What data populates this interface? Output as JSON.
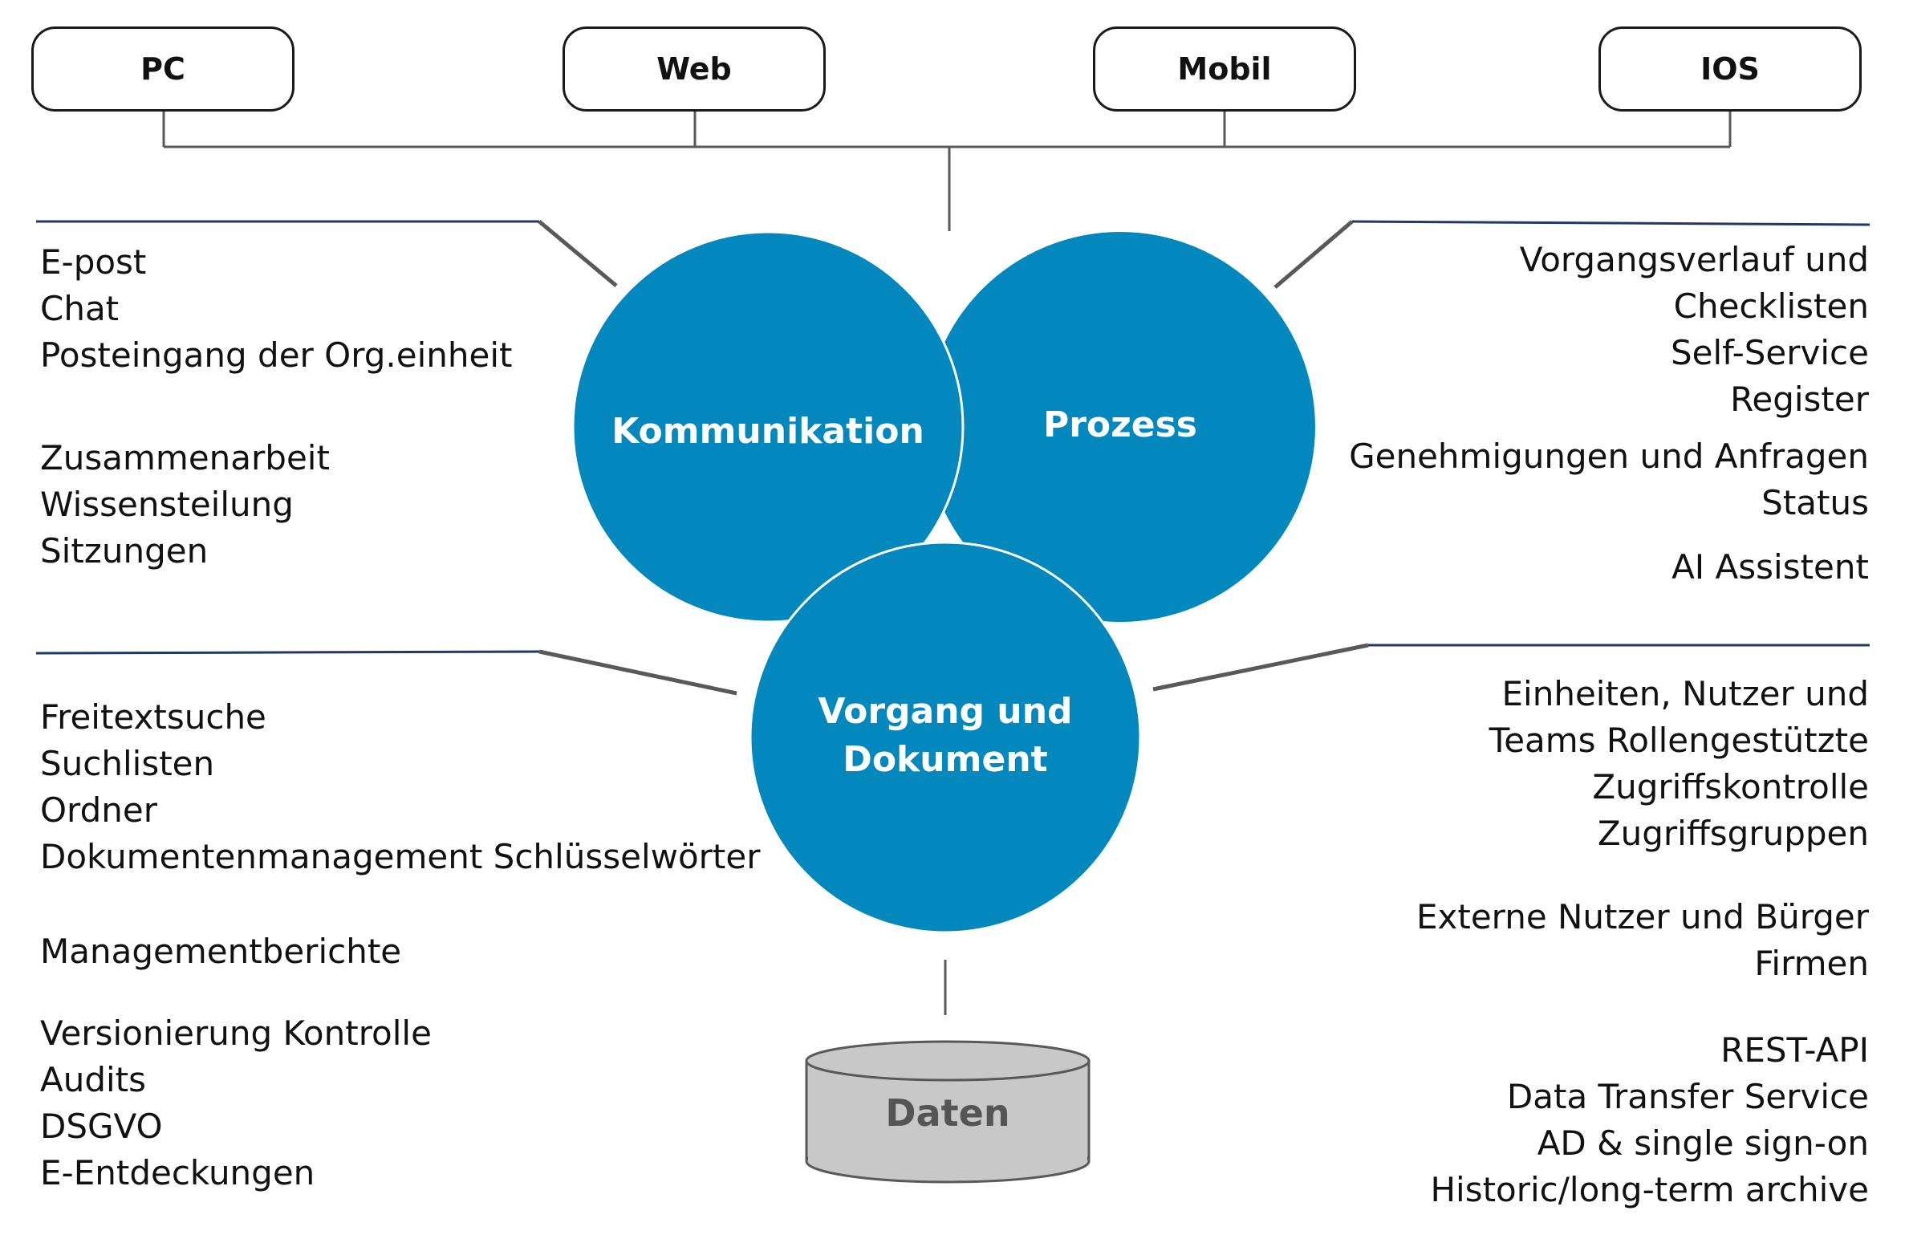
{
  "platforms": [
    "PC",
    "Web",
    "Mobil",
    "IOS"
  ],
  "circles": {
    "kommunikation": "Kommunikation",
    "prozess": "Prozess",
    "vorgang_line1": "Vorgang und",
    "vorgang_line2": "Dokument"
  },
  "storage": "Daten",
  "left_top": {
    "group1": [
      "E-post",
      "Chat",
      "Posteingang der Org.einheit"
    ],
    "group2": [
      "Zusammenarbeit",
      "Wissensteilung",
      "Sitzungen"
    ]
  },
  "left_bottom": {
    "group1": [
      "Freitextsuche",
      "Suchlisten",
      "Ordner",
      "Dokumentenmanagement Schlüsselwörter"
    ],
    "group2": [
      "Managementberichte"
    ],
    "group3": [
      "Versionierung Kontrolle",
      "Audits",
      "DSGVO",
      "E-Entdeckungen"
    ]
  },
  "right_top": {
    "group1": [
      "Vorgangsverlauf und",
      "Checklisten",
      "Self-Service",
      "Register"
    ],
    "group2": [
      "Genehmigungen und Anfragen",
      "Status"
    ],
    "group3": [
      "AI Assistent"
    ]
  },
  "right_bottom": {
    "group1": [
      "Einheiten, Nutzer und",
      "Teams Rollengestützte",
      "Zugriffskontrolle",
      "Zugriffsgruppen"
    ],
    "group2": [
      "Externe Nutzer und Bürger",
      "Firmen"
    ],
    "group3": [
      "REST-API",
      "Data Transfer Service",
      "AD & single sign-on",
      "Historic/long-term archive"
    ]
  },
  "colors": {
    "circle_fill": "#0288bd",
    "header_line": "#1f3864",
    "connector": "#595959",
    "storage_fill": "#c8c8c8"
  }
}
